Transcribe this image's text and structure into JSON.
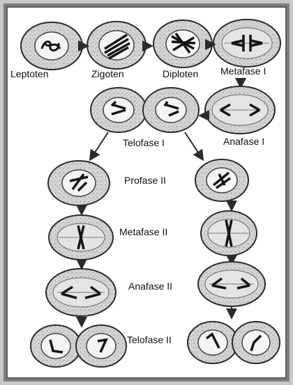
{
  "figure": {
    "labels": {
      "leptoten": "Leptoten",
      "zigoten": "Zigoten",
      "diploten": "Diploten",
      "metafase1": "Metafase I",
      "anafase1": "Anafase I",
      "telofase1": "Telofase I",
      "profase2": "Profase II",
      "metafase2": "Metafase II",
      "anafase2": "Anafase II",
      "telofase2": "Telofase II"
    },
    "colors": {
      "cell_fill": "#d2d2d2",
      "cell_stroke": "#2b2b2b",
      "inner_fill": "#f4f4f4",
      "chromosome": "#151515",
      "arrow": "#2b2b2b"
    }
  }
}
